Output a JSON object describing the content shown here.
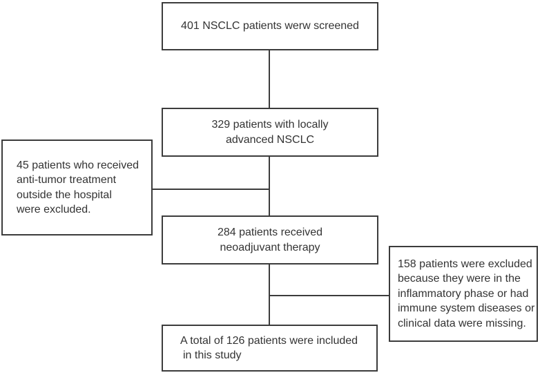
{
  "figure": {
    "background": "#ffffff",
    "line_color": "#3b3b3b",
    "text_color": "#333333"
  },
  "flowchart": {
    "type": "patient-flow-diagram",
    "screened_box": {
      "lines": [
        "401 NSCLC patients werw screened"
      ]
    },
    "advanced_box": {
      "lines": [
        "329 patients with locally",
        "advanced NSCLC"
      ]
    },
    "excluded_left_box": {
      "lines": [
        "45 patients who received",
        "anti-tumor treatment",
        "outside the hospital",
        "were excluded."
      ]
    },
    "neoadjuvant_box": {
      "lines": [
        "284 patients received",
        "neoadjuvant therapy"
      ]
    },
    "excluded_right_box": {
      "lines": [
        "158 patients were excluded",
        "because they were in the",
        "inflammatory phase or had",
        "immune system diseases or",
        "clinical data were missing."
      ]
    },
    "included_box": {
      "lines": [
        "A total of 126 patients were included",
        "in this study"
      ]
    }
  }
}
